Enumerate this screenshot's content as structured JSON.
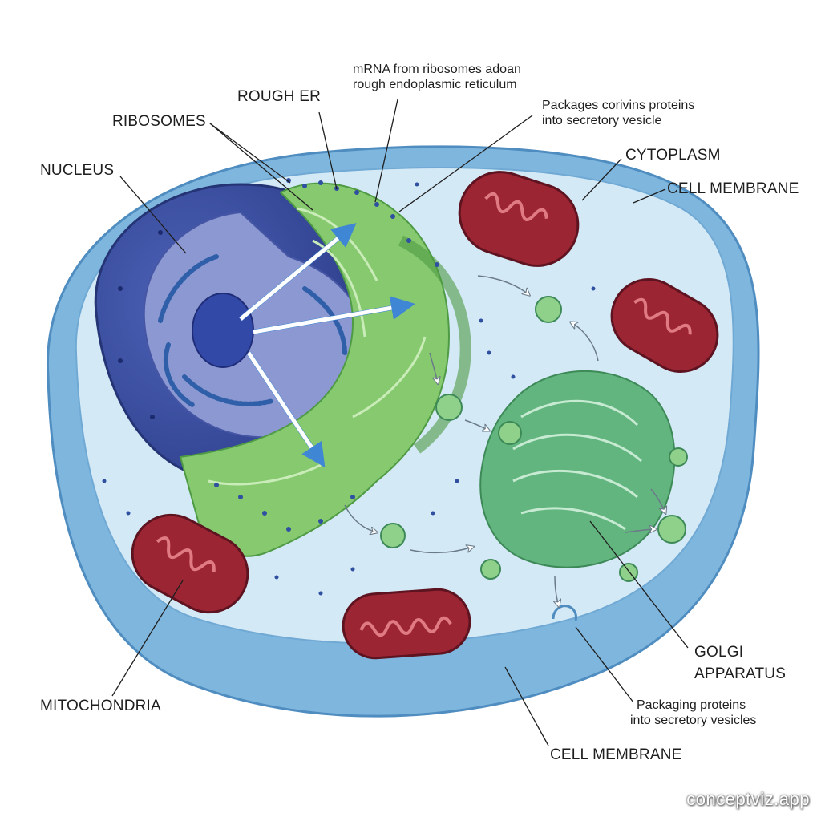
{
  "labels": {
    "rough_er": "ROUGH ER",
    "ribosomes": "RIBOSOMES",
    "nucleus": "NUCLEUS",
    "cytoplasm": "CYTOPLASM",
    "cell_membrane_top": "CELL MEMBRANE",
    "golgi_line1": "GOLGI",
    "golgi_line2": "APPARATUS",
    "mitochondria": "MITOCHONDRIA",
    "cell_membrane_bottom": "CELL MEMBRANE"
  },
  "notes": {
    "mrna_line1": "mRNA from ribosomes adoan",
    "mrna_line2": "rough endoplasmic reticulum",
    "pack_top_line1": "Packages corivins proteins",
    "pack_top_line2": "into secretory vesicle",
    "pack_bottom_line1": "Packaging proteins",
    "pack_bottom_line2": "into secretory vesicles"
  },
  "watermark": "conceptviz.app",
  "colors": {
    "membrane": "#8fc4e6",
    "cytoplasm": "#d4e9f6",
    "nucleus": "#3a4fa3",
    "er": "#7bc467",
    "golgi": "#5fb07a",
    "mitochondria": "#9c2534",
    "arrow": "#4a90d9"
  }
}
